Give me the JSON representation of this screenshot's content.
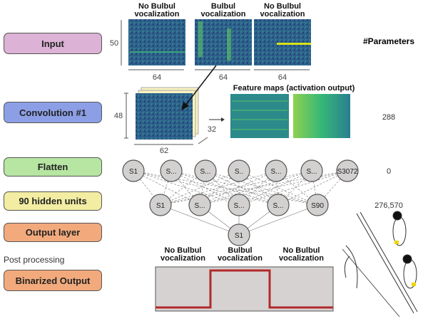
{
  "layers": [
    {
      "label": "Input",
      "color": "#dcb2d6"
    },
    {
      "label": "Convolution #1",
      "color": "#8c9fe6"
    },
    {
      "label": "Flatten",
      "color": "#b6e6a2"
    },
    {
      "label": "90 hidden units",
      "color": "#f2eda2"
    },
    {
      "label": "Output layer",
      "color": "#f2aa7c"
    },
    {
      "label": "Binarized Output",
      "color": "#f2aa7c"
    }
  ],
  "post_processing": "Post processing",
  "parameters": {
    "header": "#Parameters",
    "values": [
      "288",
      "0",
      "276,570"
    ]
  },
  "input": {
    "titles": [
      [
        "No Bulbul",
        "vocalization"
      ],
      [
        "Bulbul",
        "vocalization"
      ],
      [
        "No Bulbul",
        "vocalization"
      ]
    ],
    "height": "50",
    "width": "64"
  },
  "conv": {
    "height": "48",
    "width": "62",
    "depth": "32",
    "feature_title": "Feature maps (activation output)"
  },
  "flatten_nodes": [
    "S1",
    "S...",
    "S...",
    "S..",
    "S...",
    "S...",
    "S3072"
  ],
  "hidden_nodes": [
    "S1",
    "S...",
    "S...",
    "S...",
    "S90"
  ],
  "output_nodes": [
    "S1"
  ],
  "output_chart": {
    "labels": [
      [
        "No Bulbul",
        "vocalization"
      ],
      [
        "Bulbul",
        "vocalization"
      ],
      [
        "No Bulbul",
        "vocalization"
      ]
    ],
    "signal": [
      0,
      1,
      0
    ],
    "line_color": "#b22a2a"
  }
}
